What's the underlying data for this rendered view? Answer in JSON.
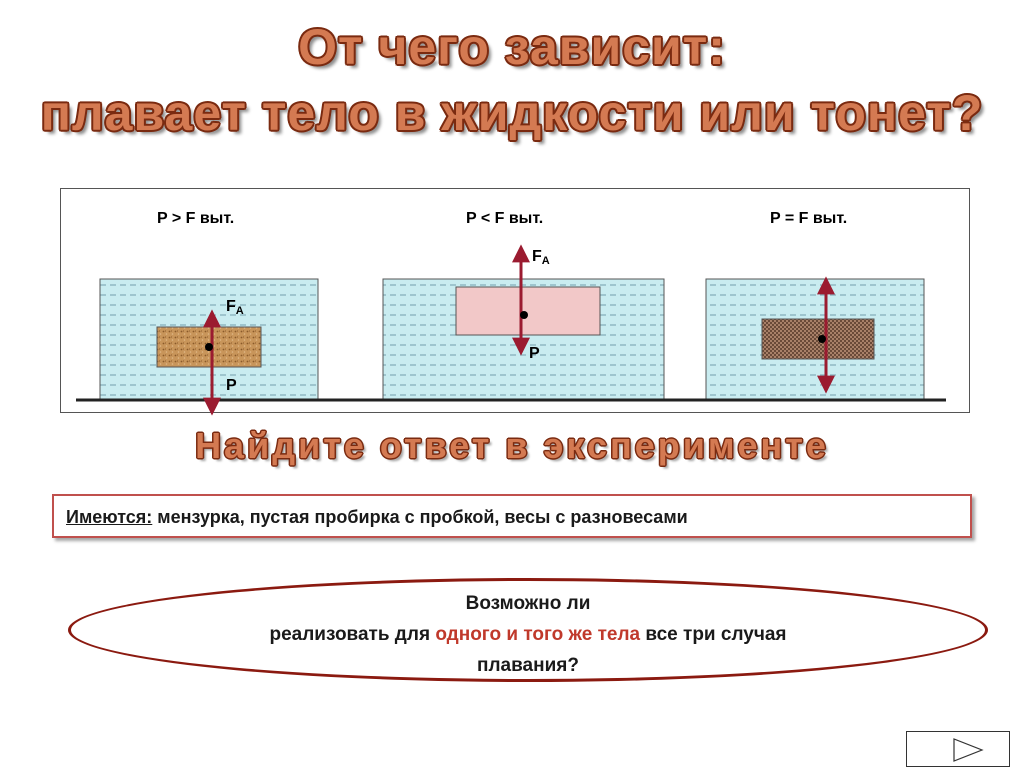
{
  "title": {
    "line1": "От чего зависит:",
    "line2": "плавает тело в жидкости или тонет?"
  },
  "cases": [
    {
      "label": "P > F выт.",
      "body_color": "#c8955a"
    },
    {
      "label": "P < F выт.",
      "body_color": "#f2c8c8"
    },
    {
      "label": "P = F выт.",
      "body_color": "#a88068"
    }
  ],
  "forces": {
    "archimedes_main": "F",
    "archimedes_sub": "A",
    "weight": "P"
  },
  "colors": {
    "title_fill": "#d47a52",
    "title_outline": "#7a2a10",
    "water": "#c9ecf0",
    "arrow": "#9b1b30",
    "box_border": "#c0504d",
    "ellipse_border": "#8b1a10",
    "accent_text": "#c0392b"
  },
  "subtitle": "Найдите ответ в эксперименте",
  "equipment": {
    "label": "Имеются:",
    "text": " мензурка, пустая пробирка с пробкой, весы с разновесами"
  },
  "question": {
    "line1": "Возможно ли",
    "line2_a": "реализовать для ",
    "line2_accent": "одного и того же тела",
    "line2_b": " все три случая",
    "line3": "плавания?"
  },
  "nav": {
    "next_icon": "play-triangle-icon"
  }
}
